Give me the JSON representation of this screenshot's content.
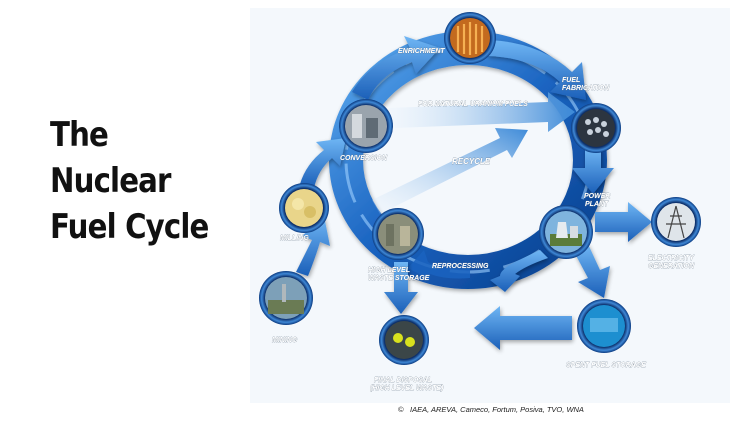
{
  "title": {
    "lines": [
      "The",
      "Nuclear",
      "Fuel Cycle"
    ]
  },
  "diagram": {
    "stages": {
      "enrichment": "ENRICHMENT",
      "fuel_fabrication": [
        "FUEL",
        "FABRICATION"
      ],
      "power_plant": [
        "POWER",
        "PLANT"
      ],
      "electricity_generation": [
        "ELECTRICITY",
        "GENERATION"
      ],
      "spent_fuel_storage": "SPENT FUEL STORAGE",
      "reprocessing": "REPROCESSING",
      "high_level_waste_storage": [
        "HIGH LEVEL",
        "WASTE STORAGE"
      ],
      "final_disposal": [
        "FINAL DISPOSAL",
        "(HIGH LEVEL WASTE)"
      ],
      "mining": "MINING",
      "milling": "MILLING",
      "conversion": "CONVERSION"
    },
    "flows": {
      "natural_uranium": "FOR NATURAL URANIUM FUELS",
      "recycle": "RECYCLE"
    },
    "credit": "IAEA, AREVA, Cameco, Fortum, Posiva, TVO, WNA",
    "colors": {
      "arrow": "#2f7fd0",
      "arrow_dark": "#1656a8",
      "ring": "#0e4fa6"
    }
  }
}
